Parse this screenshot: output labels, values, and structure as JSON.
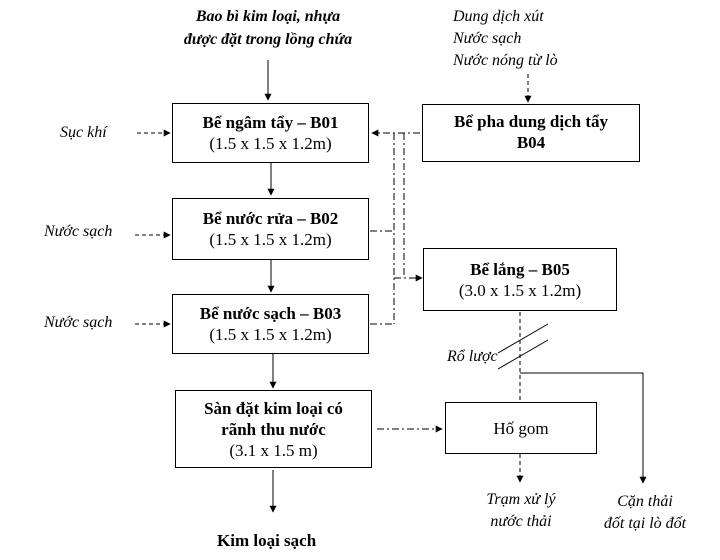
{
  "inputs": {
    "top_line1": "Bao bì kim loại, nhựa",
    "top_line2": "được đặt trong lồng chứa",
    "chem_line1": "Dung dịch  xút",
    "chem_line2": "Nước sạch",
    "chem_line3": "Nước  nóng  từ  lò"
  },
  "side_labels": {
    "aeration": "Sục khí",
    "clean_water_1": "Nước sạch",
    "clean_water_2": "Nước sạch"
  },
  "boxes": {
    "b01": {
      "title": "Bể ngâm tẩy – B01",
      "dims": "(1.5 x 1.5 x 1.2m)"
    },
    "b02": {
      "title": "Bể nước rửa – B02",
      "dims": "(1.5 x 1.5 x 1.2m)"
    },
    "b03": {
      "title": "Bể nước sạch – B03",
      "dims": "(1.5 x 1.5 x 1.2m)"
    },
    "b04": {
      "title_line1": "Bể pha dung dịch tẩy",
      "title_line2": "B04"
    },
    "b05": {
      "title": "Bể lắng – B05",
      "dims": "(3.0 x 1.5 x 1.2m)"
    },
    "floor": {
      "title_line1": "Sàn đặt kim loại có",
      "title_line2": "rãnh thu nước",
      "dims": "(3.1 x 1.5 m)"
    },
    "pit": {
      "title": "Hố gom"
    }
  },
  "labels": {
    "screen": "Rổ lược",
    "clean_metal": "Kim loại sạch",
    "wwtp_line1": "Trạm xử lý",
    "wwtp_line2": "nước thải",
    "sludge_line1": "Cặn thải",
    "sludge_line2": "đốt tại lò đốt"
  }
}
